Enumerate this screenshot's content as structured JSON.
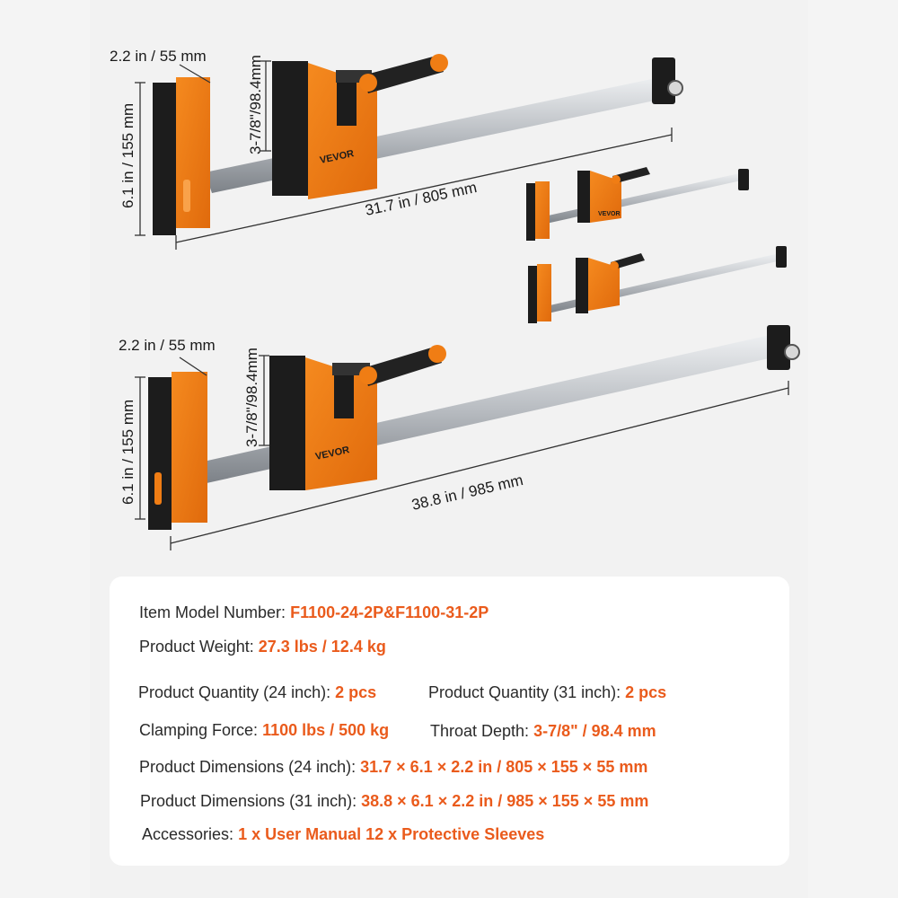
{
  "colors": {
    "accent": "#ea5b1c",
    "clamp_orange": "#f07d14",
    "clamp_dark": "#1c1c1c",
    "bar_silver": "#c9ccd0"
  },
  "brand": "VEVOR",
  "top_clamp": {
    "jaw_width_label": "2.2 in / 55 mm",
    "throat_label": "3-7/8\"/98.4mm",
    "height_label": "6.1 in / 155 mm",
    "length_label": "31.7 in / 805 mm"
  },
  "bottom_clamp": {
    "jaw_width_label": "2.2 in / 55 mm",
    "throat_label": "3-7/8\"/98.4mm",
    "height_label": "6.1 in / 155 mm",
    "length_label": "38.8 in / 985 mm"
  },
  "specs": {
    "model": {
      "label": "Item Model Number:",
      "value": "F1100-24-2P&F1100-31-2P"
    },
    "weight": {
      "label": "Product Weight:",
      "value": "27.3 lbs / 12.4 kg"
    },
    "qty24": {
      "label": "Product Quantity (24 inch):",
      "value": "2 pcs"
    },
    "qty31": {
      "label": "Product Quantity (31 inch):",
      "value": "2 pcs"
    },
    "force": {
      "label": "Clamping Force:",
      "value": "1100 lbs / 500 kg"
    },
    "throat": {
      "label": "Throat Depth:",
      "value": "3-7/8\" / 98.4 mm"
    },
    "dims24": {
      "label": "Product Dimensions (24 inch):",
      "value": "31.7 × 6.1 × 2.2 in / 805 × 155 × 55 mm"
    },
    "dims31": {
      "label": "Product Dimensions (31 inch):",
      "value": "38.8 × 6.1 × 2.2 in / 985 × 155 × 55 mm"
    },
    "accessories": {
      "label": "Accessories:",
      "value": "1 x User Manual  12 x Protective Sleeves"
    }
  }
}
